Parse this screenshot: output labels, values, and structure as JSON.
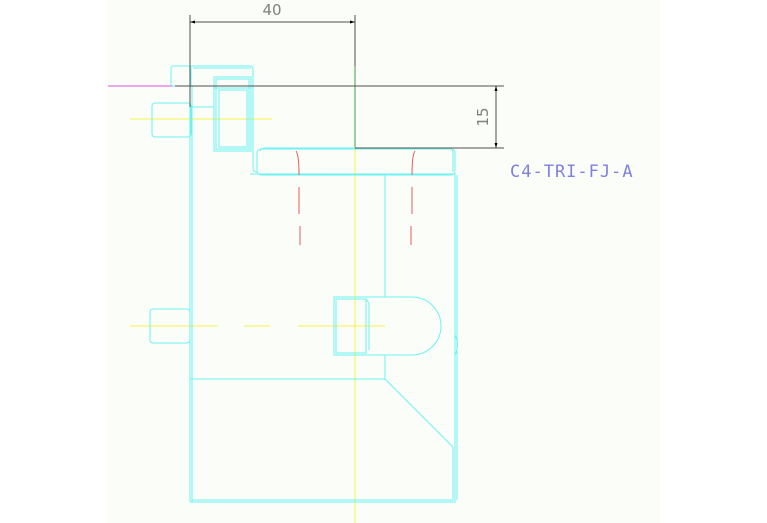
{
  "drawing": {
    "part_label": "C4-TRI-FJ-A",
    "dimensions": {
      "horizontal": {
        "value": "40"
      },
      "vertical": {
        "value": "15"
      }
    },
    "colors": {
      "background": "#fbfdf9",
      "geometry": "#66f0f0",
      "centerline": "#f0f040",
      "hidden": "#e04040",
      "dimension": "#404040",
      "reference_magenta": "#e040e0",
      "reference_green": "#40a040",
      "label": "#8080e0",
      "dimension_text": "#808080"
    }
  }
}
